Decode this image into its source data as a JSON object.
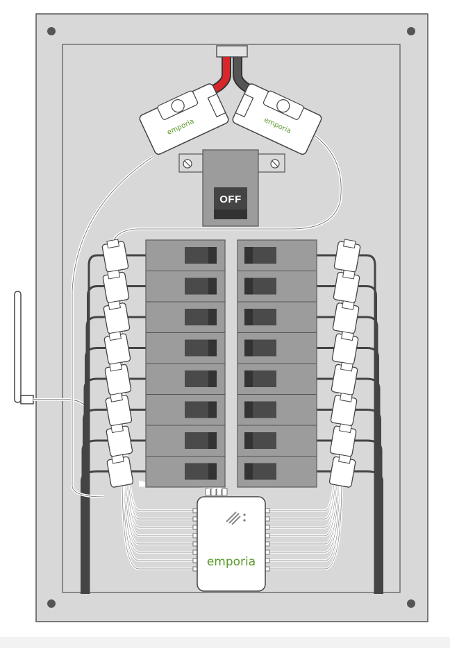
{
  "breaker_main": {
    "label": "OFF"
  },
  "monitor": {
    "brand": "emporia"
  },
  "main_clamps": {
    "left_brand": "emporia",
    "right_brand": "emporia"
  },
  "breakers": {
    "rows": 8,
    "columns": 2
  },
  "colors": {
    "panel_gray": "#d8d8d8",
    "panel_stroke": "#555555",
    "breaker_gray": "#9c9c9c",
    "handle_dark": "#4a4a4a",
    "wire_red": "#d9262a",
    "wire_black": "#404040",
    "brand_green": "#5a9a2a"
  }
}
